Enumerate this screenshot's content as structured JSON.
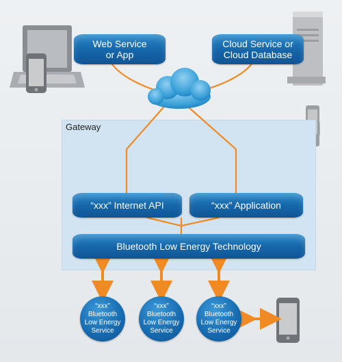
{
  "nodes": {
    "web_service": "Web Service\nor App",
    "cloud_service": "Cloud Service or\nCloud Database",
    "gateway_label": "Gateway",
    "internet_api": "“xxx” Internet API",
    "application": "“xxx” Application",
    "ble_technology": "Bluetooth Low Energy Technology"
  },
  "services": [
    "“xxx”\nBluetooth\nLow Energy\nService",
    "“xxx”\nBluetooth\nLow Energy\nService",
    "“xxx”\nBluetooth\nLow Energy\nService"
  ],
  "colors": {
    "connector": "#f08a24",
    "blue": "#1a6fb0",
    "gateway_fill": "#d2e3f1"
  }
}
